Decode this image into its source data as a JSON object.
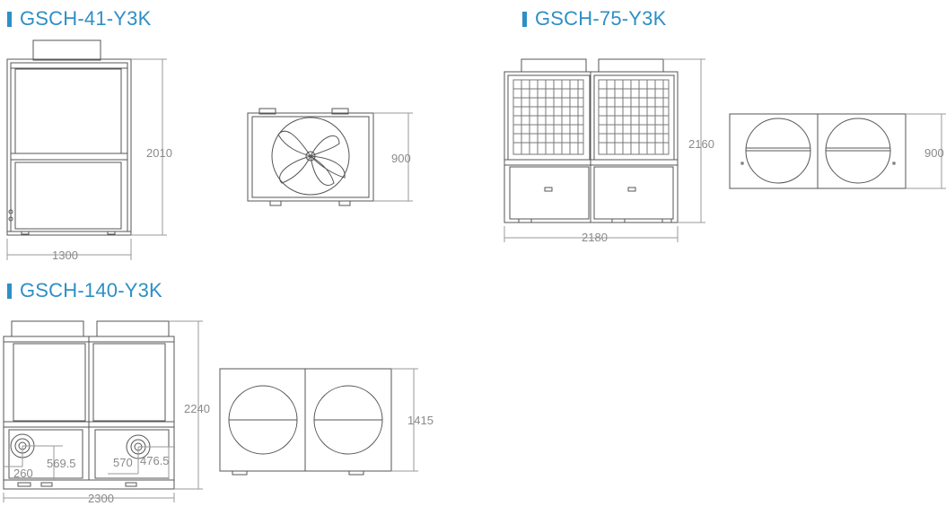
{
  "models": [
    {
      "name": "GSCH-41-Y3K",
      "side_height": "2010",
      "side_width": "1300",
      "top_depth": "900"
    },
    {
      "name": "GSCH-75-Y3K",
      "side_height": "2160",
      "side_width": "2180",
      "top_depth": "900"
    },
    {
      "name": "GSCH-140-Y3K",
      "side_height": "2240",
      "side_width": "2300",
      "top_depth": "1415",
      "pipe_left_offset": "260",
      "pipe_left_height": "569.5",
      "pipe_right_offset": "570",
      "pipe_right_height": "476.5"
    }
  ]
}
